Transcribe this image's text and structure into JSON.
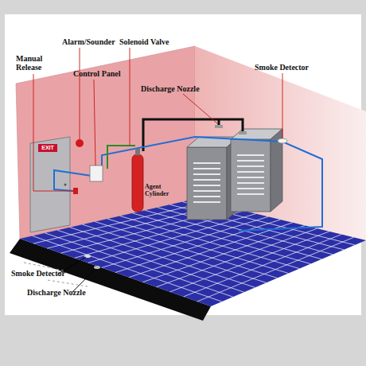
{
  "diagram": {
    "nodes": [
      {
        "text": [
          "EXIT"
        ]
      },
      {
        "text": [
          "Agent Cylinder"
        ]
      }
    ],
    "labels": [
      "Alarm/Sounder",
      "Solenoid Valve",
      "Manual Release",
      "Control Panel",
      "Discharge Nozzle",
      "Smoke Detector",
      "Smoke Detector",
      "Discharge Nozzle"
    ]
  }
}
